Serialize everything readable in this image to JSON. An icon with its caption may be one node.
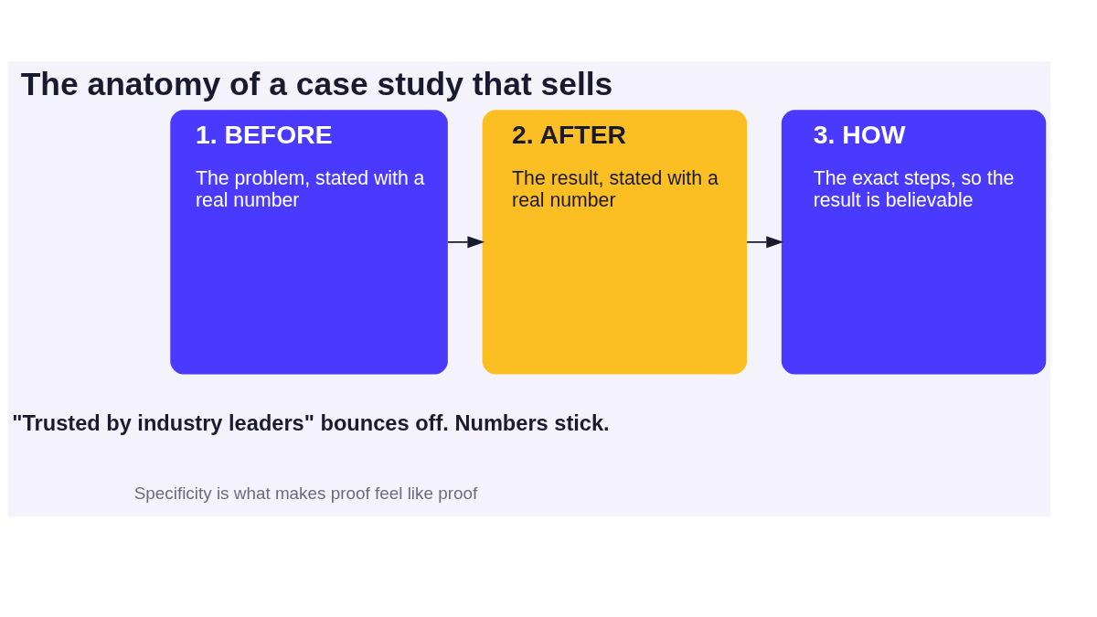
{
  "diagram": {
    "title": "The anatomy of a case study that sells",
    "nodes": [
      {
        "text": [
          "1. BEFORE",
          "The problem, stated with a real number"
        ]
      },
      {
        "text": [
          "2. AFTER",
          "The result, stated with a real number"
        ]
      },
      {
        "text": [
          "3. HOW",
          "The exact steps, so the result is believable"
        ]
      }
    ],
    "edges": [
      {
        "from": 0,
        "to": 1,
        "arrow": "to"
      },
      {
        "from": 1,
        "to": 2,
        "arrow": "to"
      }
    ],
    "labels": [
      "\"Trusted by industry leaders\" bounces off. Numbers stick.",
      "Specificity is what makes proof feel like proof"
    ]
  }
}
